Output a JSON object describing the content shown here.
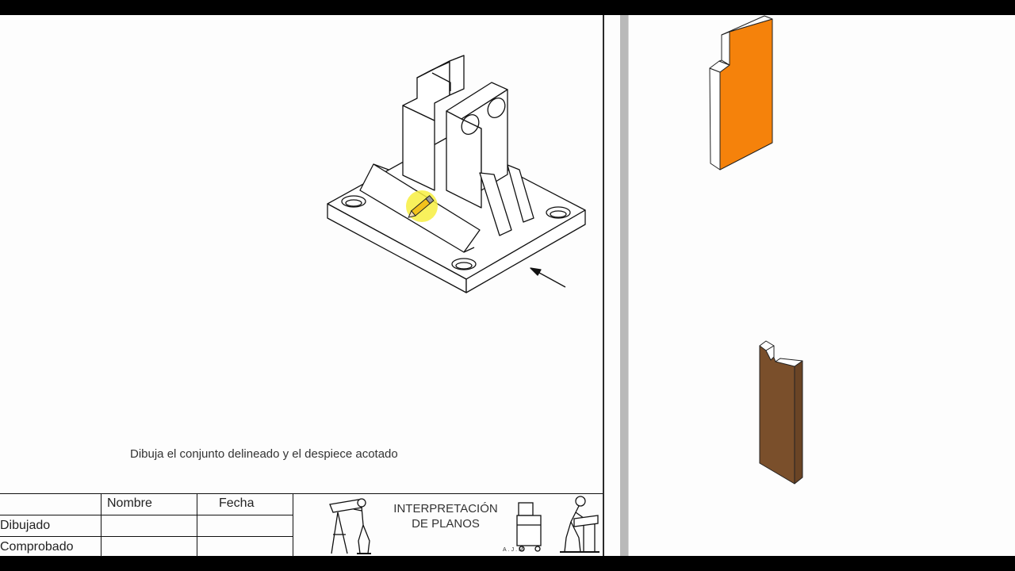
{
  "instruction": "Dibuja el conjunto delineado y el despiece acotado",
  "title_block": {
    "col_name": "Nombre",
    "col_date": "Fecha",
    "row_drawn": "Dibujado",
    "row_checked": "Comprobado",
    "title_line1": "INTERPRETACIÓN",
    "title_line2": "DE PLANOS",
    "initials": "A.J.M"
  },
  "colors": {
    "part_orange": "#f5820b",
    "part_brown": "#7a4f2b",
    "highlight": "#f7ef3f",
    "divider": "#b9b9b9"
  }
}
